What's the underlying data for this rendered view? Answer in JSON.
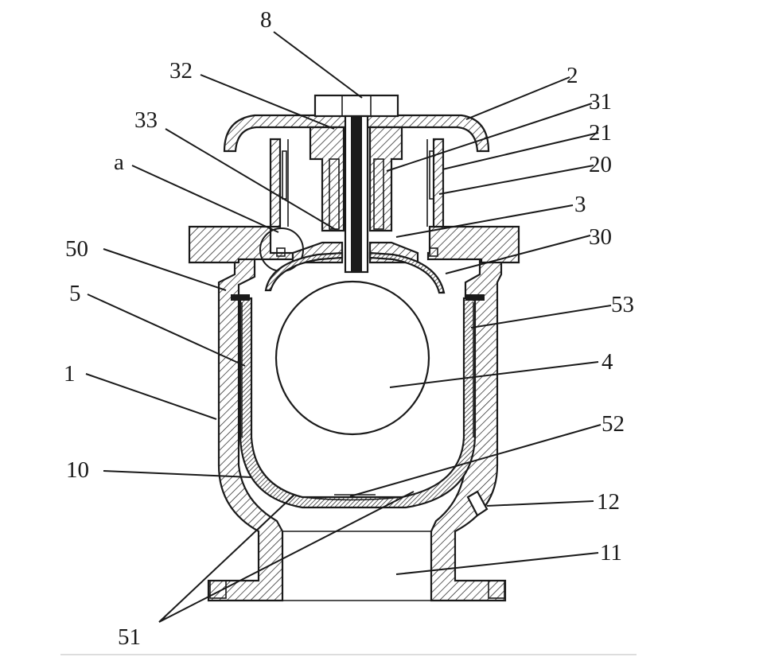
{
  "labels": {
    "l8": "8",
    "l32": "32",
    "l2": "2",
    "l31": "31",
    "l33": "33",
    "l21": "21",
    "la": "a",
    "l20": "20",
    "l3": "3",
    "l50": "50",
    "l30": "30",
    "l5": "5",
    "l53": "53",
    "l1": "1",
    "l4": "4",
    "l52": "52",
    "l10": "10",
    "l12": "12",
    "l11": "11",
    "l51": "51"
  },
  "colors": {
    "line": "#1a1a1a",
    "background": "#ffffff"
  }
}
